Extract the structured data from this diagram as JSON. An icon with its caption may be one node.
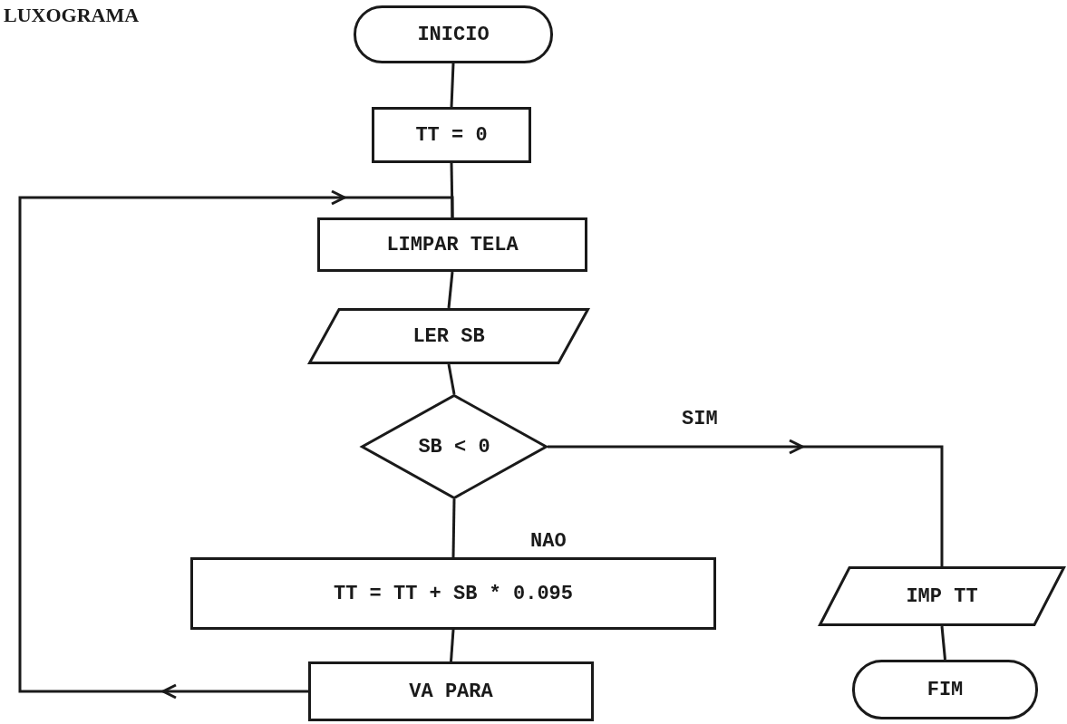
{
  "diagram": {
    "title": "LUXOGRAMA",
    "nodes": [
      {
        "text": [
          "INICIO"
        ]
      },
      {
        "text": [
          "TT = 0"
        ]
      },
      {
        "text": [
          "LIMPAR TELA"
        ]
      },
      {
        "text": [
          "LER SB"
        ]
      },
      {
        "text": [
          "SB < 0"
        ]
      },
      {
        "text": [
          "TT = TT + SB * 0.095"
        ]
      },
      {
        "text": [
          "VA PARA"
        ]
      },
      {
        "text": [
          "IMP TT"
        ]
      },
      {
        "text": [
          "FIM"
        ]
      }
    ],
    "edges": [
      {
        "from": 0,
        "to": 1,
        "arrow": "none"
      },
      {
        "from": 1,
        "to": 2,
        "arrow": "none"
      },
      {
        "from": 2,
        "to": 3,
        "arrow": "none"
      },
      {
        "from": 3,
        "to": 4,
        "arrow": "none"
      },
      {
        "from": 4,
        "to": 7,
        "arrow": "to",
        "label": "SIM"
      },
      {
        "from": 4,
        "to": 5,
        "arrow": "none",
        "label": "NAO"
      },
      {
        "from": 5,
        "to": 6,
        "arrow": "none"
      },
      {
        "from": 6,
        "to": 2,
        "arrow": "to"
      },
      {
        "from": 7,
        "to": 8,
        "arrow": "none"
      }
    ]
  }
}
